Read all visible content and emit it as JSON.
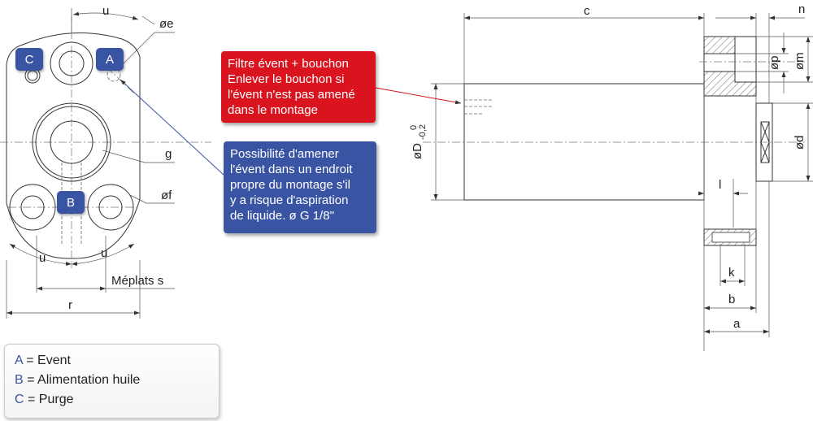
{
  "colors": {
    "tag_blue": "#3a54a4",
    "callout_red": "#d9141f",
    "callout_blue": "#3a54a4",
    "line": "#333333"
  },
  "tags": {
    "a": "A",
    "b": "B",
    "c": "C"
  },
  "callouts": {
    "red": [
      "Filtre évent + bouchon",
      "Enlever le bouchon si",
      "l'évent n'est pas amené",
      "dans le montage"
    ],
    "blue": [
      "Possibilité d'amener",
      "l'évent dans un endroit",
      "propre du montage s'il",
      "y a risque d'aspiration",
      "de liquide. ø G 1/8\""
    ]
  },
  "dimensions": {
    "u_top": "u",
    "oe": "øe",
    "g": "g",
    "of": "øf",
    "u_left": "u",
    "u_right": "u",
    "meplats": "Méplats s",
    "r": "r",
    "c": "c",
    "n": "n",
    "op": "øp",
    "om": "øm",
    "od_big": "øD",
    "tol_upper": "0",
    "tol_lower": "-0,2",
    "od": "ød",
    "l": "l",
    "k": "k",
    "b": "b",
    "a": "a"
  },
  "legend": [
    {
      "key": "A",
      "text": "= Event"
    },
    {
      "key": "B",
      "text": "= Alimentation huile"
    },
    {
      "key": "C",
      "text": "= Purge"
    }
  ]
}
